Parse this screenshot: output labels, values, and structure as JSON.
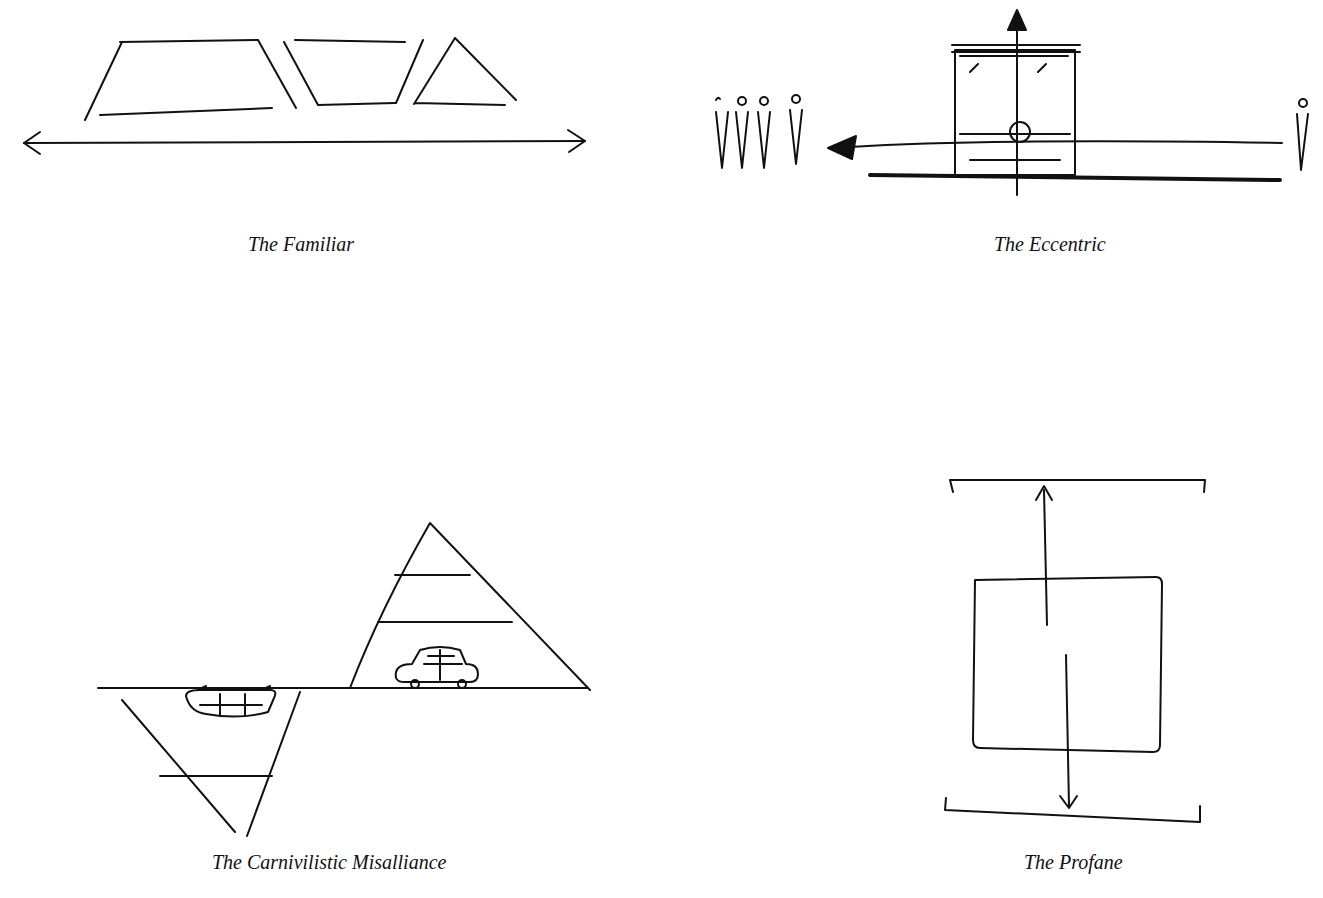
{
  "diagram": {
    "labels": [
      "The Familiar",
      "The Eccentric",
      "The Carnivilistic Misalliance",
      "The Profane"
    ]
  }
}
